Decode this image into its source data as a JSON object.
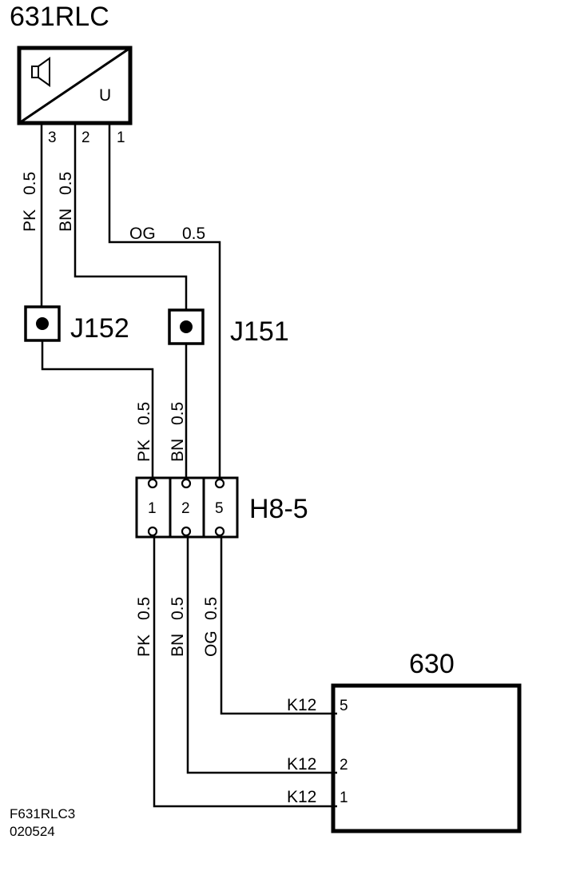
{
  "components": {
    "module_631": {
      "label": "631RLC",
      "symbol_text": "U",
      "pins": [
        "3",
        "2",
        "1"
      ]
    },
    "module_630": {
      "label": "630"
    },
    "splice_j152": {
      "label": "J152"
    },
    "splice_j151": {
      "label": "J151"
    },
    "connector_h8": {
      "label": "H8-5",
      "pins": [
        "1",
        "2",
        "5"
      ]
    }
  },
  "wires": {
    "upper_pk": {
      "color": "PK",
      "gauge": "0.5"
    },
    "upper_bn": {
      "color": "BN",
      "gauge": "0.5"
    },
    "upper_og": {
      "color": "OG",
      "gauge": "0.5"
    },
    "mid_pk": {
      "color": "PK",
      "gauge": "0.5"
    },
    "mid_bn": {
      "color": "BN",
      "gauge": "0.5"
    },
    "lower_pk": {
      "color": "PK",
      "gauge": "0.5"
    },
    "lower_bn": {
      "color": "BN",
      "gauge": "0.5"
    },
    "lower_og": {
      "color": "OG",
      "gauge": "0.5"
    }
  },
  "connections_630": [
    {
      "connector": "K12",
      "pin": "5"
    },
    {
      "connector": "K12",
      "pin": "2"
    },
    {
      "connector": "K12",
      "pin": "1"
    }
  ],
  "footer": {
    "code": "F631RLC3",
    "date": "020524"
  }
}
